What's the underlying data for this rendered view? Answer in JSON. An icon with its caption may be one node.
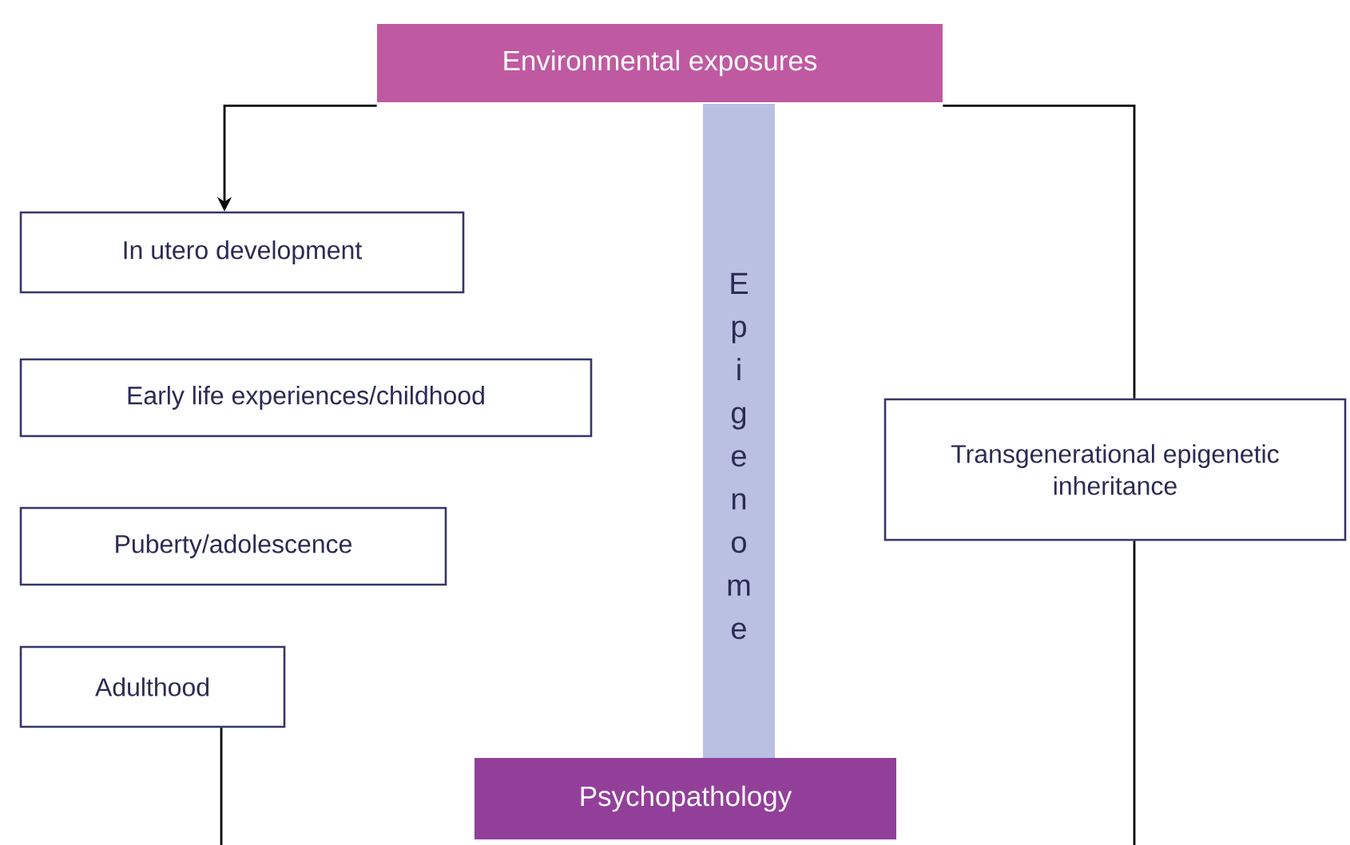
{
  "diagram": {
    "nodes": [
      {
        "text": [
          "Environmental exposures"
        ]
      },
      {
        "text": [
          "Epigenome"
        ]
      },
      {
        "text": [
          "In utero development"
        ]
      },
      {
        "text": [
          "Early life experiences/childhood"
        ]
      },
      {
        "text": [
          "Puberty/adolescence"
        ]
      },
      {
        "text": [
          "Adulthood"
        ]
      },
      {
        "text": [
          "Transgenerational epigenetic inheritance"
        ]
      },
      {
        "text": [
          "Psychopathology"
        ]
      }
    ],
    "edges": [
      {
        "from": 0,
        "to": 2,
        "arrow": "to"
      },
      {
        "from": 0,
        "to": 6,
        "arrow": "none"
      },
      {
        "from": 6,
        "to": null,
        "arrow": "none"
      },
      {
        "from": 5,
        "to": null,
        "arrow": "none"
      }
    ]
  }
}
